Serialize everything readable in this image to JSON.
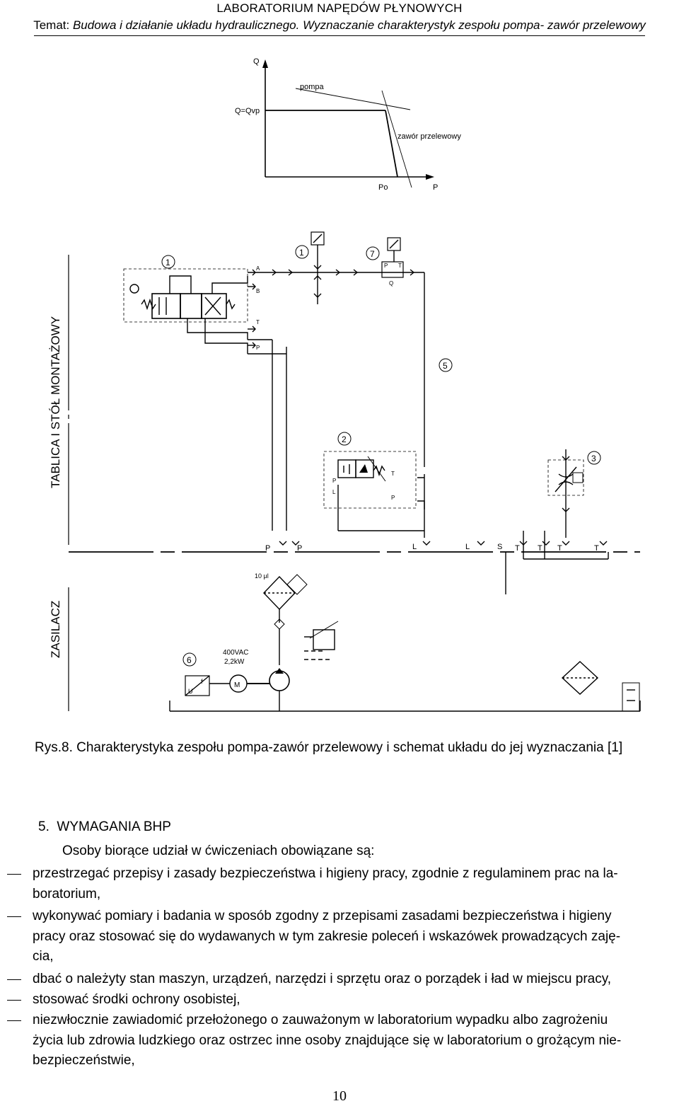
{
  "header": {
    "lab_title": "LABORATORIUM NAPĘDÓW PŁYNOWYCH",
    "topic_prefix": "Temat: ",
    "topic_italic": "Budowa i działanie układu hydraulicznego. Wyznaczanie charakterystyk zespołu pompa- zawór przelewowy"
  },
  "graph": {
    "y_axis": "Q",
    "q_level": "Q=Qvp",
    "pump_curve": "pompa",
    "valve_curve": "zawór przelewowy",
    "p0": "Po",
    "x_axis": "P"
  },
  "schematic": {
    "board_label": "TABLICA I STÓŁ MONTAŻOWY",
    "supply_label": "ZASILACZ",
    "motor_spec_1": "400VAC",
    "motor_spec_2": "2,2kW",
    "filter_label": "10 μl",
    "n1": "1",
    "n2": "2",
    "n3": "3",
    "n5": "5",
    "n6": "6",
    "n7": "7",
    "port_a": "A",
    "port_b": "B",
    "port_t": "T",
    "port_p": "P",
    "port_l": "L",
    "port_q": "Q",
    "port_s": "S",
    "motor": "M",
    "f": "f",
    "u": "U"
  },
  "caption": "Rys.8. Charakterystyka zespołu pompa-zawór przelewowy i schemat układu do jej wyznaczania [1]",
  "section": {
    "number": "5.",
    "title": "WYMAGANIA BHP",
    "intro": "Osoby biorące udział w ćwiczeniach obowiązane są:",
    "items": [
      [
        "przestrzegać przepisy i zasady bezpieczeństwa i higieny pracy, zgodnie z regulaminem prac na la-",
        "boratorium,"
      ],
      [
        "wykonywać pomiary i badania w sposób zgodny z przepisami zasadami bezpieczeństwa i higieny",
        "pracy oraz stosować się do wydawanych w tym zakresie poleceń i wskazówek prowadzących zaję-",
        "cia,"
      ],
      [
        "dbać o należyty stan maszyn, urządzeń, narzędzi i sprzętu oraz o porządek i ład w miejscu pracy,"
      ],
      [
        "stosować środki ochrony osobistej,"
      ],
      [
        "niezwłocznie zawiadomić przełożonego o zauważonym w laboratorium wypadku albo zagrożeniu",
        "życia lub zdrowia ludzkiego oraz ostrzec inne osoby znajdujące się w laboratorium o grożącym nie-",
        "bezpieczeństwie,"
      ]
    ]
  },
  "page_number": "10"
}
